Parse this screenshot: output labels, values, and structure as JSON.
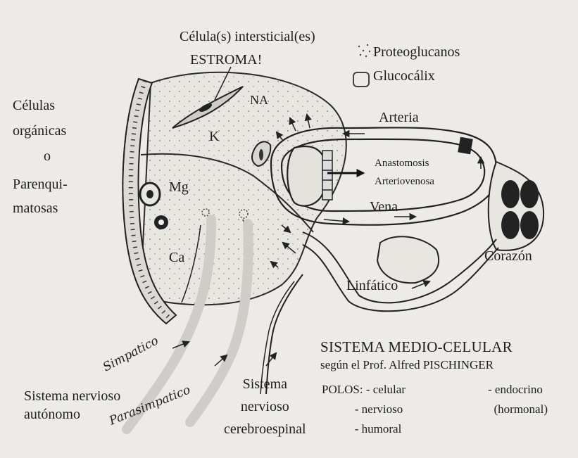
{
  "labels": {
    "interstitial": "Célula(s) intersticial(es)",
    "estroma": "ESTROMA!",
    "proteoglucanos": "Proteoglucanos",
    "glucocalix": "Glucocálix",
    "celulas": "Células",
    "organicas": "orgánicas",
    "o": "o",
    "parenqui": "Parenqui-",
    "matosas": "matosas",
    "na": "NA",
    "k": "K",
    "mg": "Mg",
    "ca": "Ca",
    "arteria": "Arteria",
    "anastomosis": "Anastomosis",
    "arteriovenosa": "Arteriovenosa",
    "vena": "Vena",
    "corazon": "Corazón",
    "linfatico": "Linfático",
    "simpatico": "Simpatico",
    "parasimpatico": "Parasimpatico",
    "sistema_nervioso_autonomo": "Sistema nervioso\nautónomo",
    "sistema_cerebroespinal": "Sistema\nnervioso\ncerebroespinal"
  },
  "notes": {
    "title": "SISTEMA MEDIO-CELULAR",
    "subtitle": "según el Prof. Alfred PISCHINGER",
    "polos_left": "POLOS: - celular\n           - nervioso\n           - humoral",
    "polos_right": "- endocrino\n  (hormonal)"
  }
}
